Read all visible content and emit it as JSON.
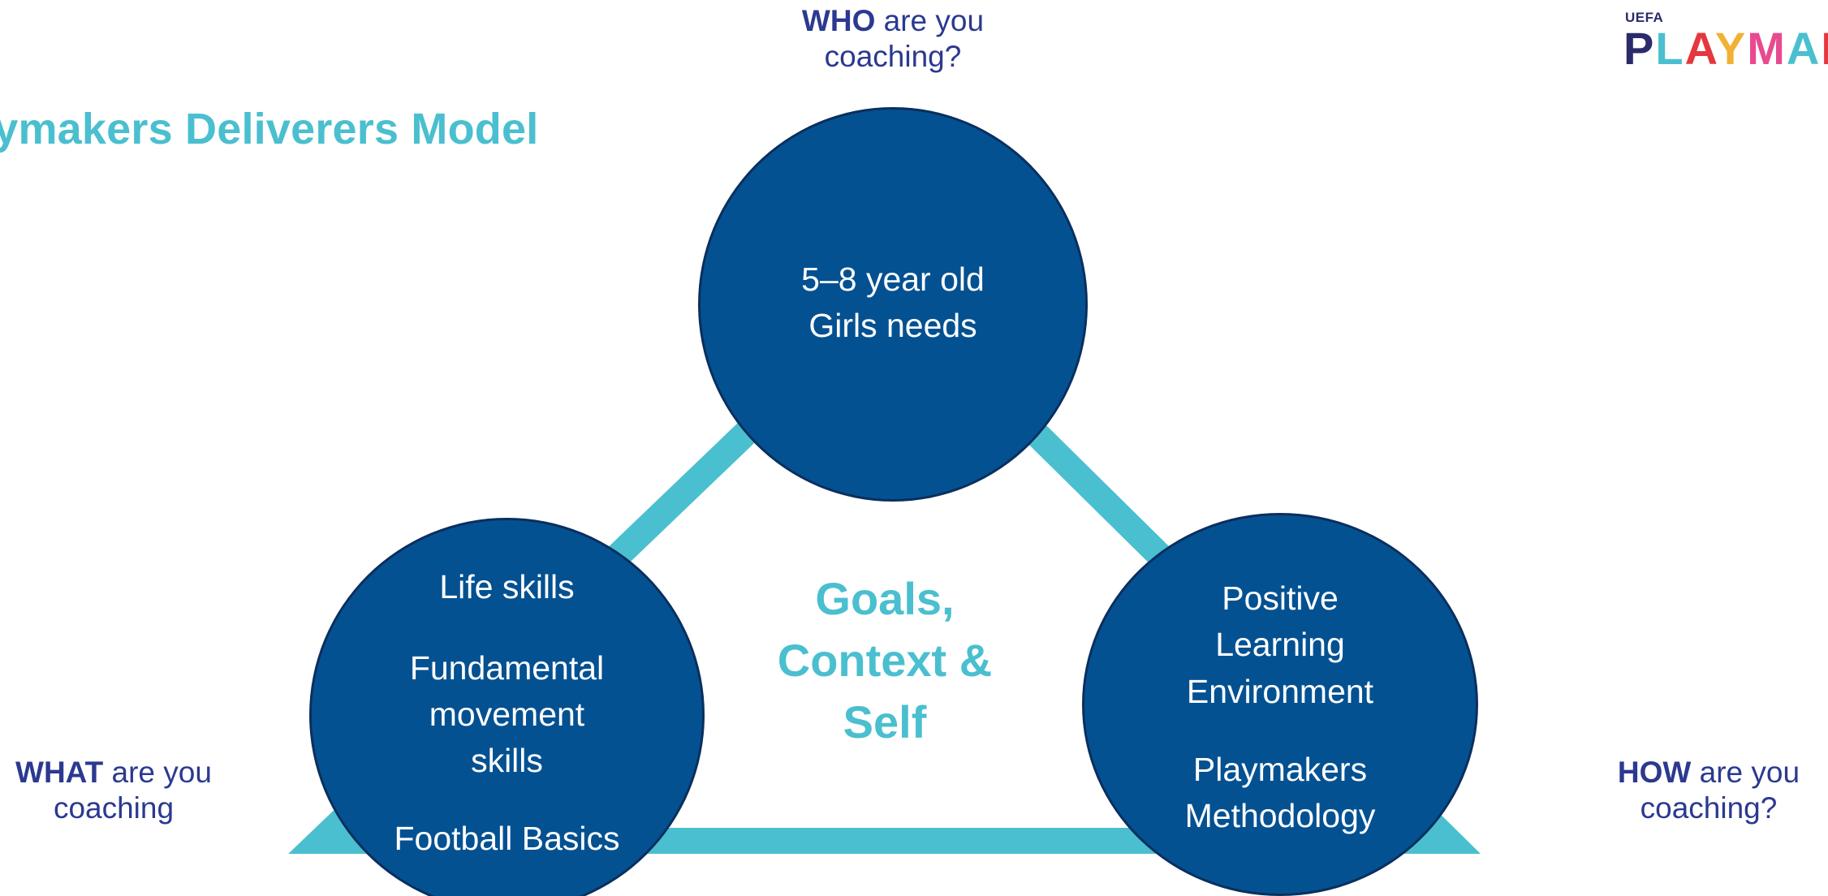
{
  "title": "aymakers Deliverers Model",
  "questions": {
    "who": {
      "bold": "WHO",
      "rest": " are you",
      "line2": "coaching?"
    },
    "what": {
      "bold": "WHAT",
      "rest": " are you",
      "line2": "coaching"
    },
    "how": {
      "bold": "HOW",
      "rest": " are you",
      "line2": "coaching?"
    }
  },
  "circles": {
    "top": {
      "line1": "5–8 year old",
      "line2": "Girls needs"
    },
    "left": {
      "item1": "Life skills",
      "item2_line1": "Fundamental",
      "item2_line2": "movement",
      "item2_line3": "skills",
      "item3": "Football Basics"
    },
    "right": {
      "item1_line1": "Positive",
      "item1_line2": "Learning",
      "item1_line3": "Environment",
      "item2_line1": "Playmakers",
      "item2_line2": "Methodology"
    }
  },
  "center": {
    "line1": "Goals,",
    "line2": "Context &",
    "line3": "Self"
  },
  "logo": {
    "small": "UEFA",
    "letters": [
      "P",
      "L",
      "A",
      "Y",
      "M",
      "A",
      "K",
      "!"
    ],
    "letter_colors": [
      "#2B2B6B",
      "#4ABFCF",
      "#E5373F",
      "#F2B134",
      "#E84A8F",
      "#4ABFCF",
      "#E5373F",
      "#F2B134"
    ]
  },
  "colors": {
    "triangle": "#4ABFCF",
    "circle_fill": "#045192",
    "question_text": "#2B3990",
    "accent_text": "#4ABFCF"
  }
}
